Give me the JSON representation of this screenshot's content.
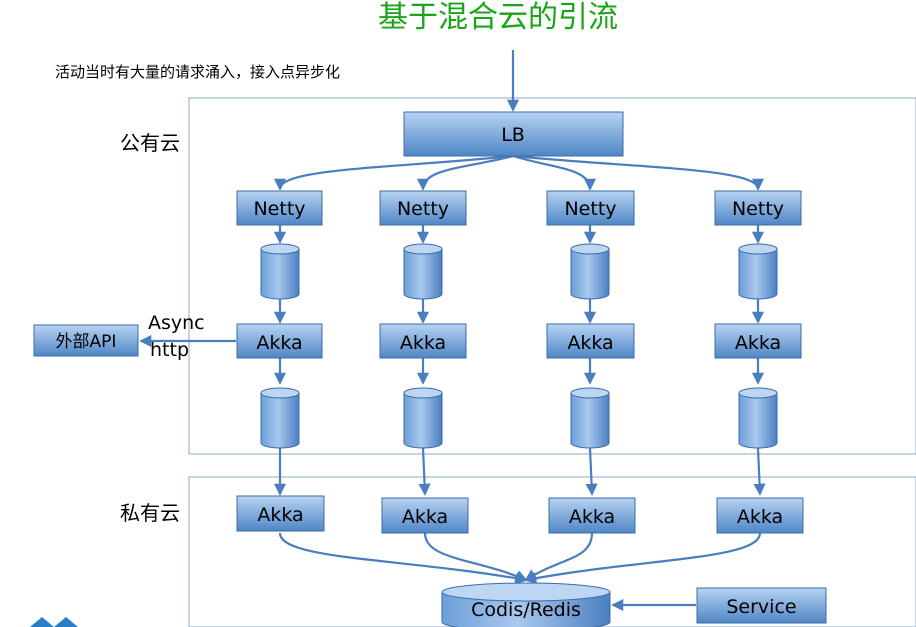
{
  "title": "基于混合云的引流",
  "note": "活动当时有大量的请求涌入，接入点异步化",
  "regions": {
    "public": "公有云",
    "private": "私有云"
  },
  "lb": "LB",
  "netty": [
    "Netty",
    "Netty",
    "Netty",
    "Netty"
  ],
  "akka_public": [
    "Akka",
    "Akka",
    "Akka",
    "Akka"
  ],
  "akka_private": [
    "Akka",
    "Akka",
    "Akka",
    "Akka"
  ],
  "external_api": "外部API",
  "async_http": {
    "line1": "Async",
    "line2": "http"
  },
  "storage": "Codis/Redis",
  "service": "Service",
  "colors": {
    "title": "#1aa51a",
    "box_top": "#b7d3f2",
    "box_bottom": "#4f86c6",
    "box_stroke": "#3a6ca8",
    "arrow": "#4a7ec0",
    "region_border": "#9fb8d4"
  }
}
